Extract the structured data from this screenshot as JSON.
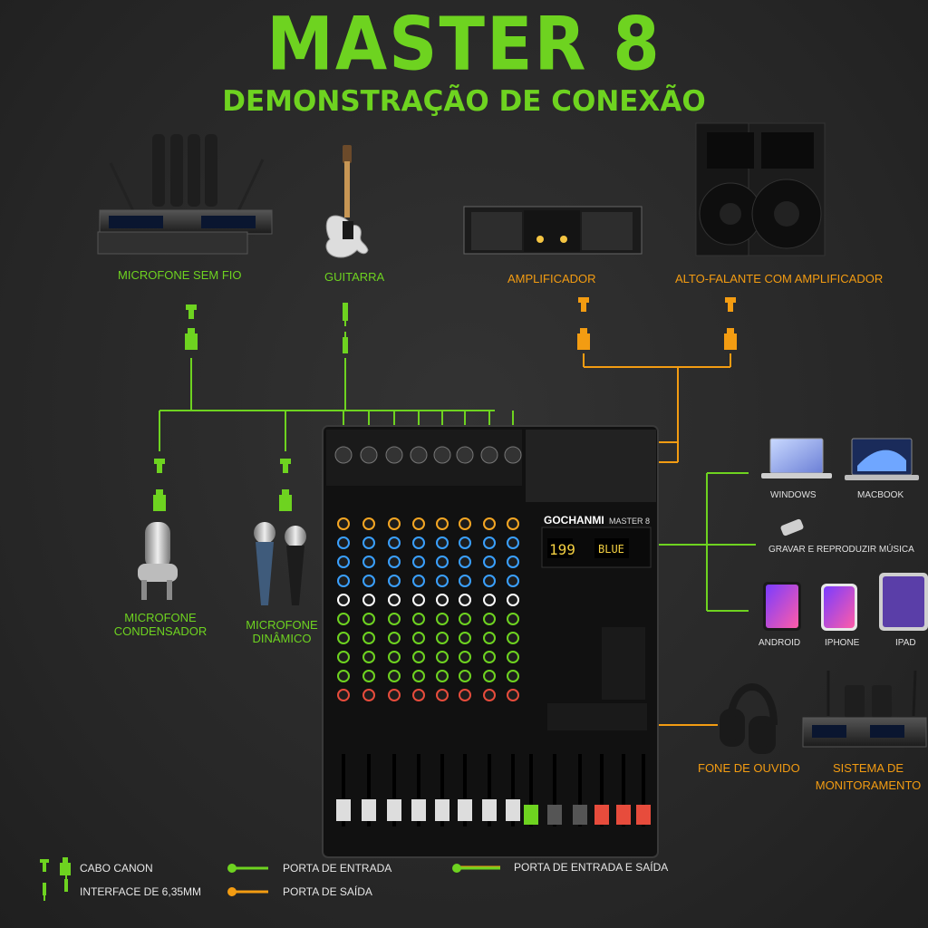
{
  "title": "MASTER 8",
  "subtitle": "DEMONSTRAÇÃO DE CONEXÃO",
  "devices": {
    "wireless_mic": "MICROFONE SEM FIO",
    "guitar": "GUITARRA",
    "amplifier": "AMPLIFICADOR",
    "powered_speaker": "ALTO-FALANTE COM AMPLIFICADOR",
    "condenser_mic_1": "MICROFONE",
    "condenser_mic_2": "CONDENSADOR",
    "dynamic_mic_1": "MICROFONE",
    "dynamic_mic_2": "DINÂMICO",
    "windows": "WINDOWS",
    "macbook": "MACBOOK",
    "usb": "GRAVAR E REPRODUZIR MÚSICA",
    "android": "ANDROID",
    "iphone": "IPHONE",
    "ipad": "IPAD",
    "headphones": "FONE DE OUVIDO",
    "monitor_1": "SISTEMA DE",
    "monitor_2": "MONITORAMENTO"
  },
  "mixer": {
    "brand": "GOCHANMI",
    "model": "MASTER 8",
    "display_left": "199",
    "display_right": "BLUE"
  },
  "legend": {
    "xlr": "CABO CANON",
    "jack": "INTERFACE DE 6,35MM",
    "input": "PORTA DE ENTRADA",
    "output": "PORTA DE SAÍDA",
    "io": "PORTA DE ENTRADA E SAÍDA"
  },
  "colors": {
    "input": "#6ed320",
    "output": "#f39c12",
    "background": "#2a2a2a"
  }
}
